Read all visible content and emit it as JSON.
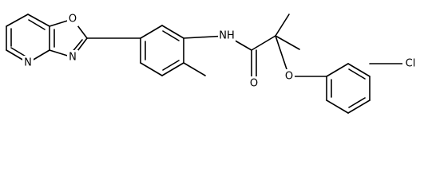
{
  "atom_labels": {
    "oxazole_o": "O",
    "oxazole_n": "N",
    "pyridine_n": "N",
    "amide_nh": "NH",
    "carbonyl_o": "O",
    "ether_o": "O",
    "chlorine": "Cl"
  },
  "colors": {
    "bond": "#000000",
    "background": "#ffffff",
    "label": "#000000"
  }
}
